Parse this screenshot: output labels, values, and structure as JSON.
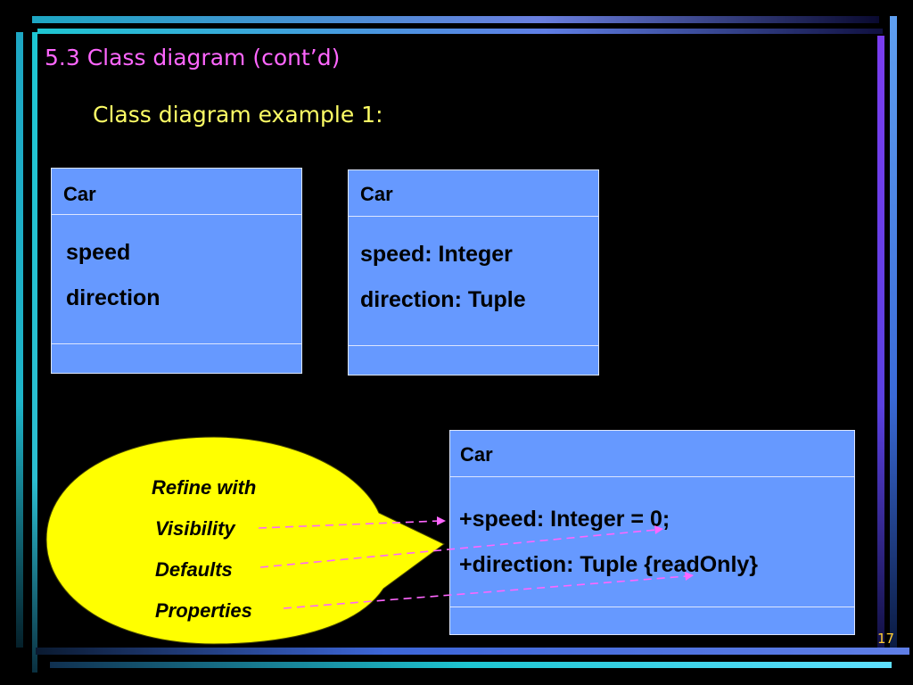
{
  "slide": {
    "title": "5.3 Class diagram (cont’d)",
    "subtitle": "Class diagram example 1:",
    "page_number": "17"
  },
  "classes": [
    {
      "name": "Car",
      "attributes": [
        "speed",
        "direction"
      ]
    },
    {
      "name": "Car",
      "attributes": [
        "speed: Integer",
        "direction: Tuple"
      ]
    },
    {
      "name": "Car",
      "attributes": [
        "+speed: Integer = 0;",
        "+direction: Tuple {readOnly}"
      ]
    }
  ],
  "callout": {
    "heading": "Refine with",
    "items": [
      "Visibility",
      "Defaults",
      "Properties"
    ]
  },
  "colors": {
    "background": "#000000",
    "title": "#ff66ff",
    "subtitle": "#ffff66",
    "class_fill": "#6699ff",
    "callout_fill": "#ffff00",
    "arrow": "#ff66ff",
    "page_number": "#ffcc33"
  }
}
